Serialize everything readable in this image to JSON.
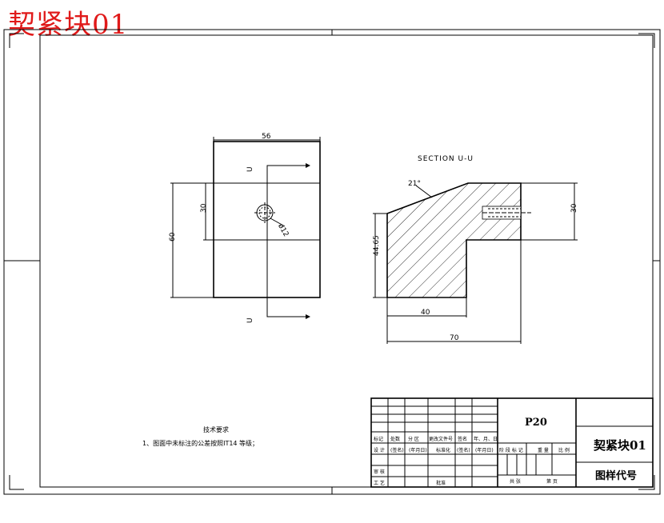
{
  "stamp_title": "契紧块01",
  "front_view": {
    "dim_top_width": "56",
    "dim_left_height": "60",
    "dim_inner_height": "30",
    "dim_hole": "ø12",
    "cut_mark_top": "U",
    "cut_mark_bottom": "U"
  },
  "section_view": {
    "title": "SECTION U-U",
    "angle": "21°",
    "dim_left_height": "44.65",
    "dim_right_height": "30",
    "dim_bottom_short": "40",
    "dim_bottom_long": "70"
  },
  "tech_notes": {
    "title": "技术要求",
    "line1": "1、图面中未标注的公差按照IT14 等级；"
  },
  "title_block": {
    "material": "P20",
    "part_name": "契紧块01",
    "drawing_code": "图样代号",
    "row_labels_1": [
      "标记",
      "处数",
      "分 区",
      "更改文件号",
      "签名",
      "年、月、日"
    ],
    "row_labels_2": [
      "设 计",
      "(签名)",
      "(年月日)",
      "标准化",
      "(签名)",
      "(年月日)"
    ],
    "row_labels_3": [
      "审 核"
    ],
    "row_labels_4": [
      "工 艺",
      "批准"
    ],
    "stage_labels": [
      "阶 段 标 记",
      "重 量",
      "比 例"
    ],
    "sheet_labels": [
      "共 张",
      "第 页"
    ]
  }
}
